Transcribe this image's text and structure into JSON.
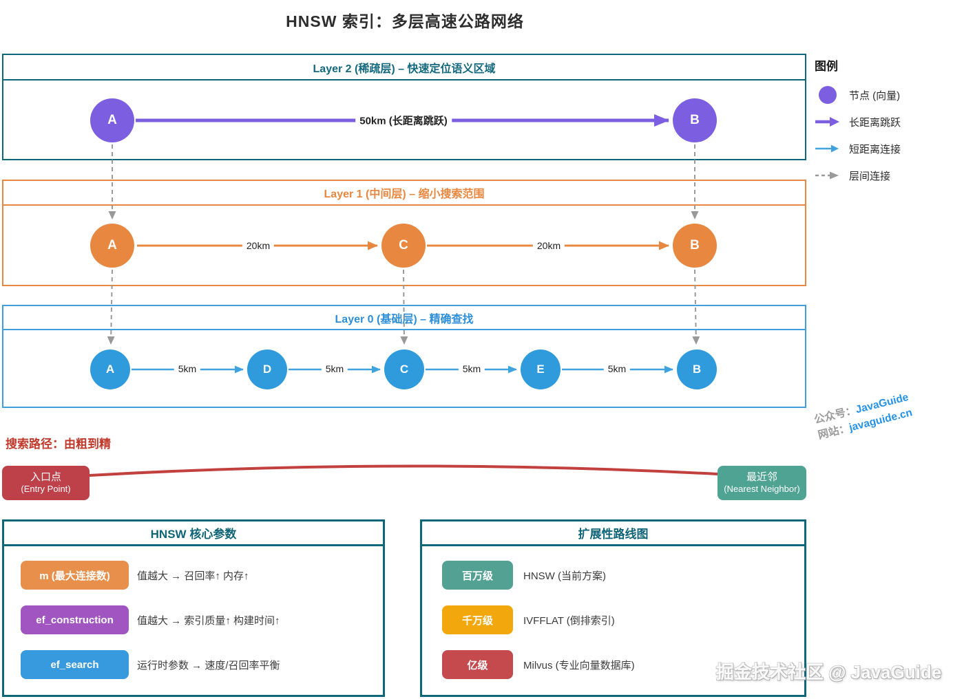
{
  "title": "HNSW 索引：多层高速公路网络",
  "layers": [
    {
      "title": "Layer 2 (稀疏层) – 快速定位语义区域",
      "accent_color": "#0e6779",
      "nodes": [
        {
          "label": "A"
        },
        {
          "label": "B"
        }
      ],
      "edges": [
        {
          "label": "50km (长距离跳跃)"
        }
      ]
    },
    {
      "title": "Layer 1 (中间层) – 缩小搜索范围",
      "accent_color": "#e8873f",
      "nodes": [
        {
          "label": "A"
        },
        {
          "label": "C"
        },
        {
          "label": "B"
        }
      ],
      "edges": [
        {
          "label": "20km"
        },
        {
          "label": "20km"
        }
      ]
    },
    {
      "title": "Layer 0 (基础层) – 精确查找",
      "accent_color": "#2e8fd8",
      "nodes": [
        {
          "label": "A"
        },
        {
          "label": "D"
        },
        {
          "label": "C"
        },
        {
          "label": "E"
        },
        {
          "label": "B"
        }
      ],
      "edges": [
        {
          "label": "5km"
        },
        {
          "label": "5km"
        },
        {
          "label": "5km"
        },
        {
          "label": "5km"
        }
      ]
    }
  ],
  "legend": {
    "title": "图例",
    "items": [
      {
        "label": "节点 (向量)",
        "icon": "node-dot",
        "color": "#7c5fe0"
      },
      {
        "label": "长距离跳跃",
        "icon": "long-jump-arrow",
        "color": "#7c5fe0"
      },
      {
        "label": "短距离连接",
        "icon": "short-link-arrow",
        "color": "#3fa3df"
      },
      {
        "label": "层间连接",
        "icon": "inter-layer-dashed-arrow",
        "color": "#999999"
      }
    ]
  },
  "search_path": {
    "heading": "搜索路径：由粗到精",
    "heading_color": "#c0392b",
    "entry_line1": "入口点",
    "entry_line2": "(Entry Point)",
    "entry_color": "#be4149",
    "nearest_line1": "最近邻",
    "nearest_line2": "(Nearest Neighbor)",
    "nearest_color": "#4fa392",
    "path_color": "#c2413f"
  },
  "params_panel": {
    "title": "HNSW 核心参数",
    "rows": [
      {
        "badge": "m (最大连接数)",
        "desc": "值越大 → 召回率↑ 内存↑",
        "color": "#e78f4b"
      },
      {
        "badge": "ef_construction",
        "desc": "值越大 → 索引质量↑ 构建时间↑",
        "color": "#a155c0"
      },
      {
        "badge": "ef_search",
        "desc": "运行时参数 → 速度/召回率平衡",
        "color": "#379adf"
      }
    ]
  },
  "roadmap_panel": {
    "title": "扩展性路线图",
    "rows": [
      {
        "badge": "百万级",
        "desc": "HNSW (当前方案)",
        "color": "#52a193"
      },
      {
        "badge": "千万级",
        "desc": "IVFFLAT (倒排索引)",
        "color": "#f2a70d"
      },
      {
        "badge": "亿级",
        "desc": "Milvus (专业向量数据库)",
        "color": "#c54a4e"
      }
    ]
  },
  "watermark": {
    "wechat_label": "公众号：",
    "wechat_value": "JavaGuide",
    "site_label": "网站：",
    "site_value": "javaguide.cn",
    "bottom": "掘金技术社区 @ JavaGuide"
  }
}
